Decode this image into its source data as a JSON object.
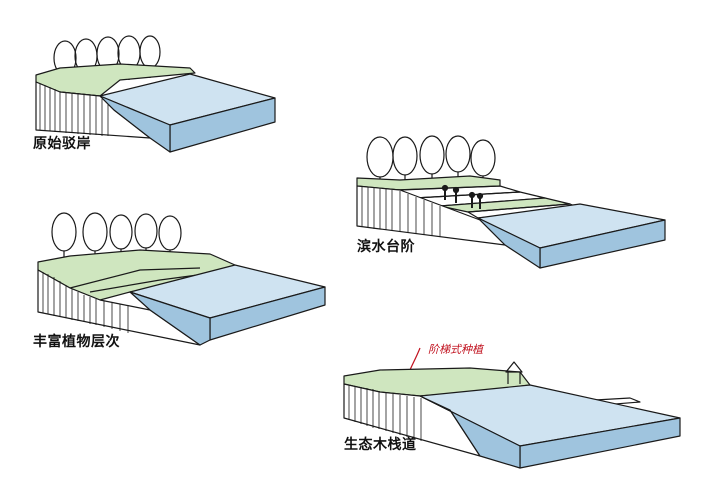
{
  "diagram": {
    "colors": {
      "water_top": "#cfe3f1",
      "water_side": "#9fc4de",
      "grass": "#cfe6bf",
      "stroke": "#1a1a1a",
      "annotation": "#c1121f"
    },
    "panels": [
      {
        "caption": "原始驳岸"
      },
      {
        "caption": "滨水台阶"
      },
      {
        "caption": "丰富植物层次"
      },
      {
        "caption": "生态木栈道",
        "annotation": "阶梯式种植"
      }
    ]
  }
}
